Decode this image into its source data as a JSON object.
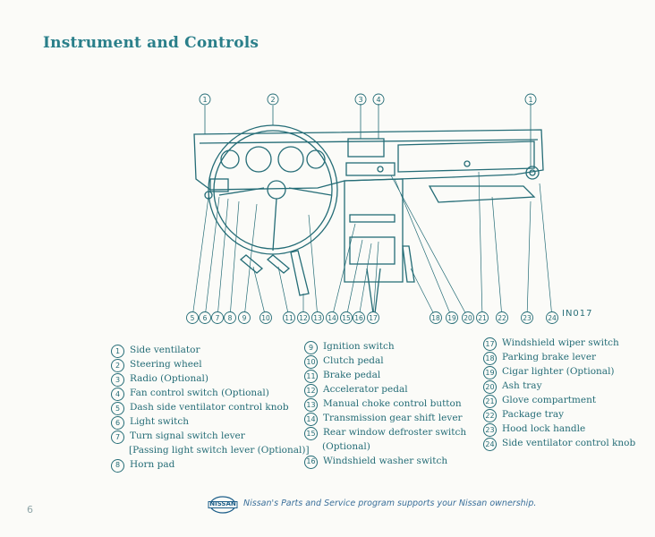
{
  "page": {
    "title": "Instrument and Controls",
    "page_number": "6",
    "diagram_code": "IN017"
  },
  "diagram": {
    "top_callouts": [
      "1",
      "2",
      "3",
      "4",
      "1"
    ],
    "bottom_callouts": [
      "5",
      "6",
      "7",
      "8",
      "9",
      "10",
      "11",
      "12",
      "13",
      "14",
      "15",
      "16",
      "17",
      "18",
      "19",
      "20",
      "21",
      "22",
      "23",
      "24"
    ]
  },
  "legend": {
    "col1": [
      {
        "num": "1",
        "text": "Side ventilator"
      },
      {
        "num": "2",
        "text": "Steering wheel"
      },
      {
        "num": "3",
        "text": "Radio (Optional)"
      },
      {
        "num": "4",
        "text": "Fan control switch (Optional)"
      },
      {
        "num": "5",
        "text": "Dash side ventilator control knob"
      },
      {
        "num": "6",
        "text": "Light switch"
      },
      {
        "num": "7",
        "text": "Turn signal switch lever",
        "cont": "[Passing light switch lever (Optional)]"
      },
      {
        "num": "8",
        "text": "Horn pad"
      }
    ],
    "col2": [
      {
        "num": "9",
        "text": "Ignition switch"
      },
      {
        "num": "10",
        "text": "Clutch pedal"
      },
      {
        "num": "11",
        "text": "Brake pedal"
      },
      {
        "num": "12",
        "text": "Accelerator pedal"
      },
      {
        "num": "13",
        "text": "Manual choke control button"
      },
      {
        "num": "14",
        "text": "Transmission gear shift lever"
      },
      {
        "num": "15",
        "text": "Rear window defroster switch",
        "cont": "(Optional)"
      },
      {
        "num": "16",
        "text": "Windshield washer switch"
      }
    ],
    "col3": [
      {
        "num": "17",
        "text": "Windshield wiper switch"
      },
      {
        "num": "18",
        "text": "Parking brake lever"
      },
      {
        "num": "19",
        "text": "Cigar lighter (Optional)"
      },
      {
        "num": "20",
        "text": "Ash tray"
      },
      {
        "num": "21",
        "text": "Glove compartment"
      },
      {
        "num": "22",
        "text": "Package tray"
      },
      {
        "num": "23",
        "text": "Hood lock handle"
      },
      {
        "num": "24",
        "text": "Side ventilator control knob"
      }
    ]
  },
  "footer": {
    "logo": "NISSAN",
    "slogan": "Nissan's Parts and Service program supports your Nissan ownership."
  },
  "colors": {
    "ink": "#246c76",
    "title": "#2a7f8a",
    "logo": "#1e5f8a"
  }
}
